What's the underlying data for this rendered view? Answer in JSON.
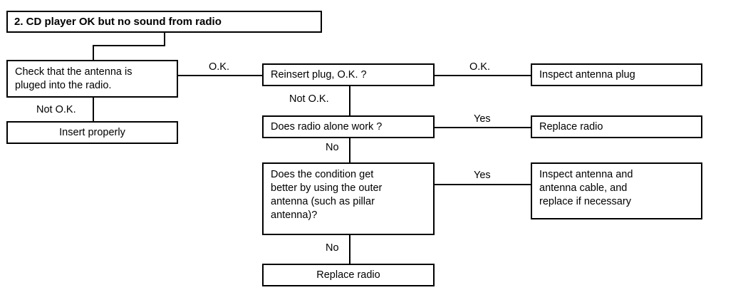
{
  "diagram": {
    "title": "2. CD player OK but no sound from radio",
    "nodes": {
      "check_antenna": "Check that the antenna is\npluged into the radio.",
      "insert_properly": "Insert properly",
      "reinsert_plug": "Reinsert plug, O.K. ?",
      "inspect_antenna_plug": "Inspect antenna plug",
      "radio_alone_work": "Does radio alone work ?",
      "replace_radio_top": "Replace radio",
      "outer_antenna": "Does the condition get\nbetter by using the outer\nantenna (such as pillar\nantenna)?",
      "inspect_antenna_cable": "Inspect antenna and\nantenna cable, and\nreplace if necessary",
      "replace_radio_bottom": "Replace radio"
    },
    "edge_labels": {
      "check_ok": "O.K.",
      "check_not_ok": "Not O.K.",
      "reinsert_ok": "O.K.",
      "reinsert_not_ok": "Not O.K.",
      "radio_yes": "Yes",
      "radio_no": "No",
      "outer_yes": "Yes",
      "outer_no": "No"
    },
    "colors": {
      "stroke": "#000000",
      "fill": "#ffffff",
      "text": "#000000"
    }
  }
}
